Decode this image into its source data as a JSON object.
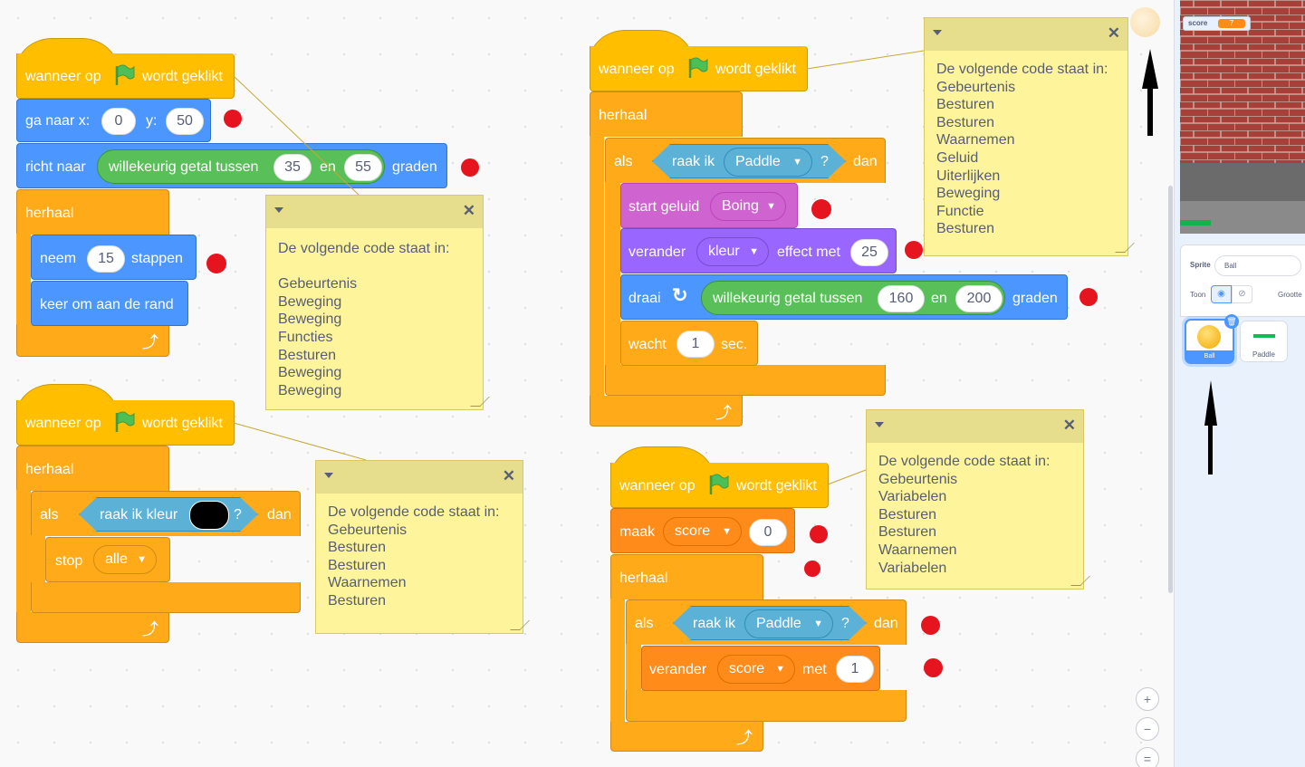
{
  "colors": {
    "events": "#ffbf00",
    "motion": "#4c97ff",
    "control": "#ffab19",
    "sound": "#cf63cf",
    "looks": "#9966ff",
    "variables": "#ff8c1a",
    "operators": "#59c059",
    "sensing": "#5cb1d6",
    "breakpoint": "#e5141f",
    "note": "#fef49c"
  },
  "script1": {
    "hat_pre": "wanneer op",
    "hat_post": "wordt geklikt",
    "flag_icon": "green-flag-icon",
    "goto_label": "ga naar x:",
    "goto_y": "y:",
    "goto_x_val": "0",
    "goto_y_val": "50",
    "point_label": "richt naar",
    "random_label": "willekeurig getal tussen",
    "random_from": "35",
    "random_en": "en",
    "random_to": "55",
    "degrees": "graden",
    "forever": "herhaal",
    "move_label": "neem",
    "move_val": "15",
    "move_steps": "stappen",
    "bounce": "keer om aan de rand"
  },
  "note1": {
    "lines": [
      "De volgende code staat in:",
      "",
      "Gebeurtenis",
      "Beweging",
      "Beweging",
      "Functies",
      "Besturen",
      "Beweging",
      "Beweging"
    ]
  },
  "script2": {
    "hat_pre": "wanneer op",
    "hat_post": "wordt geklikt",
    "forever": "herhaal",
    "if": "als",
    "touch_color": "raak ik kleur",
    "q": "?",
    "then": "dan",
    "stop": "stop",
    "stop_opt": "alle"
  },
  "note2": {
    "lines": [
      "De volgende code staat in:",
      "Gebeurtenis",
      "Besturen",
      "Besturen",
      "Waarnemen",
      "Besturen"
    ]
  },
  "script3": {
    "hat_pre": "wanneer op",
    "hat_post": "wordt geklikt",
    "forever": "herhaal",
    "if": "als",
    "touch": "raak ik",
    "touch_opt": "Paddle",
    "q": "?",
    "then": "dan",
    "sound": "start geluid",
    "sound_opt": "Boing",
    "effect_pre": "verander",
    "effect_opt": "kleur",
    "effect_mid": "effect met",
    "effect_val": "25",
    "turn": "draai",
    "random_label": "willekeurig getal tussen",
    "random_from": "160",
    "random_en": "en",
    "random_to": "200",
    "degrees": "graden",
    "wait": "wacht",
    "wait_val": "1",
    "wait_unit": "sec."
  },
  "note3": {
    "lines": [
      "De volgende code staat in:",
      "Gebeurtenis",
      "Besturen",
      "Besturen",
      "Waarnemen",
      "Geluid",
      "Uiterlijken",
      "Beweging",
      "Functie",
      "Besturen"
    ]
  },
  "script4": {
    "hat_pre": "wanneer op",
    "hat_post": "wordt geklikt",
    "set": "maak",
    "set_opt": "score",
    "set_val": "0",
    "forever": "herhaal",
    "if": "als",
    "touch": "raak ik",
    "touch_opt": "Paddle",
    "q": "?",
    "then": "dan",
    "change": "verander",
    "change_opt": "score",
    "change_mid": "met",
    "change_val": "1"
  },
  "note4": {
    "lines": [
      "De volgende code staat in:",
      "Gebeurtenis",
      "Variabelen",
      "Besturen",
      "Besturen",
      "Waarnemen",
      "Variabelen"
    ]
  },
  "zoom": {
    "in": "+",
    "out": "−",
    "reset": "="
  },
  "stage": {
    "monitor_label": "score",
    "monitor_value": "7"
  },
  "sprite_info": {
    "sprite_label": "Sprite",
    "sprite_name": "Ball",
    "show_label": "Toon",
    "size_label": "Grootte"
  },
  "sprites": [
    {
      "name": "Ball",
      "selected": true
    },
    {
      "name": "Paddle",
      "selected": false
    }
  ]
}
